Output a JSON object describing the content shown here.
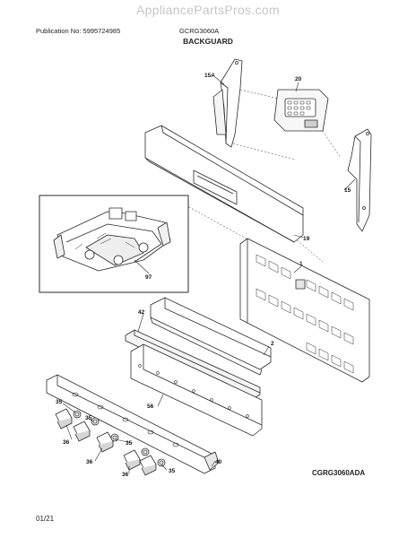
{
  "watermark": "AppliancePartsPros.com",
  "header": {
    "publication": "Publication No: 5995724985",
    "model": "GCRG3060A",
    "title": "BACKGUARD"
  },
  "callouts": {
    "c15a": "15A",
    "c20": "20",
    "c15": "15",
    "c19": "19",
    "c97": "97",
    "c1": "1",
    "c42": "42",
    "c2": "2",
    "c56": "56",
    "c35a": "35",
    "c35b": "35",
    "c35c": "35",
    "c35d": "35",
    "c36a": "36",
    "c36b": "36",
    "c36c": "36",
    "c40": "40"
  },
  "diagram_code": "CGRG3060ADA",
  "footer_date": "01/21"
}
